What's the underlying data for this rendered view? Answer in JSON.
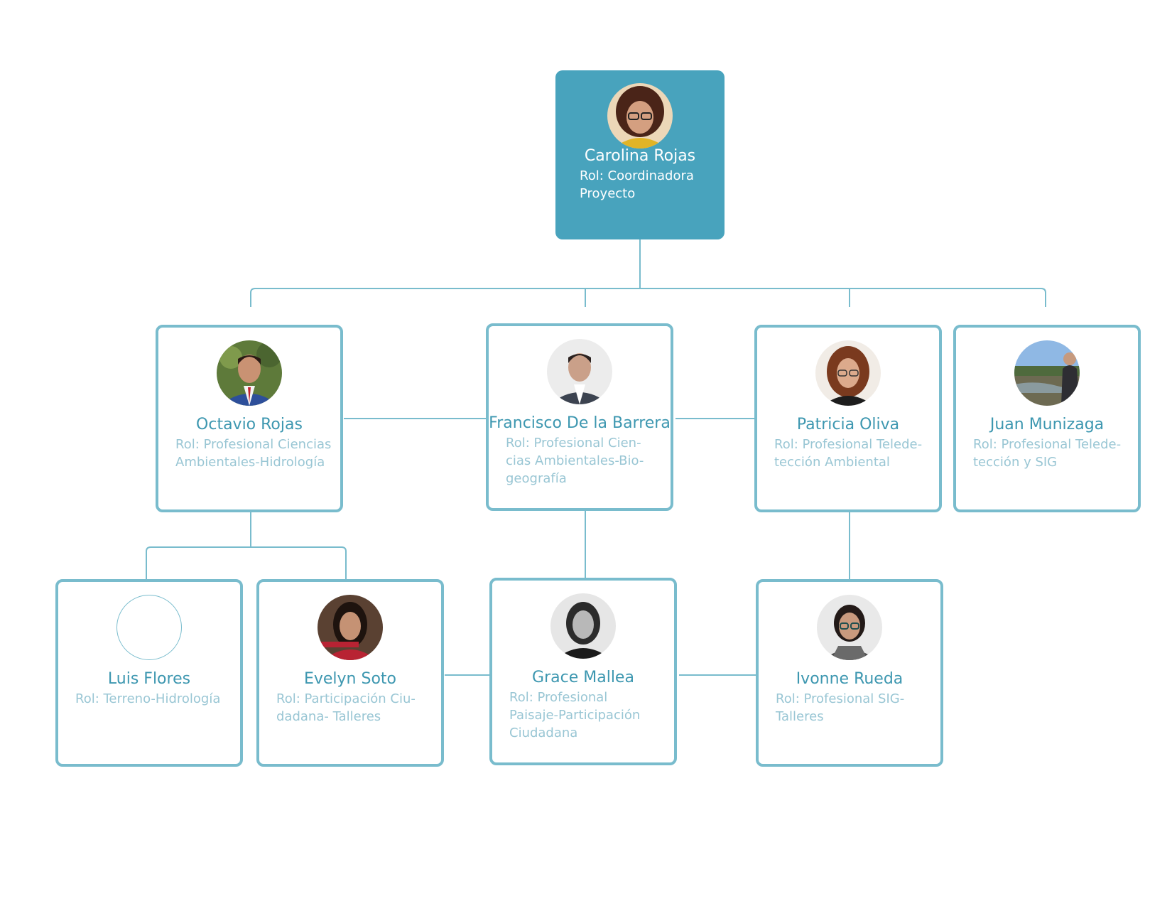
{
  "org_chart": {
    "colors": {
      "root_fill": "#48a3bd",
      "card_border": "#79bccd",
      "name_text": "#3d97b0",
      "role_text": "#99c6d4",
      "root_text": "#ffffff"
    },
    "root": {
      "name": "Carolina Rojas",
      "role_lines": [
        "Rol: Coordinadora",
        "Proyecto"
      ]
    },
    "level1": [
      {
        "name": "Octavio Rojas",
        "role_lines": [
          "Rol: Profesional Ciencias",
          "Ambientales-Hidrología"
        ]
      },
      {
        "name": "Francisco De la Barrera",
        "role_lines": [
          "Rol: Profesional Cien-",
          "cias Ambientales-Bio-",
          "geografía"
        ]
      },
      {
        "name": "Patricia Oliva",
        "role_lines": [
          "Rol: Profesional Telede-",
          "tección Ambiental"
        ]
      },
      {
        "name": "Juan Munizaga",
        "role_lines": [
          "Rol: Profesional Telede-",
          "tección y SIG"
        ]
      }
    ],
    "level2": [
      {
        "name": "Luis Flores",
        "role_lines": [
          "Rol: Terreno-Hidrología"
        ],
        "reports_to": "Octavio Rojas"
      },
      {
        "name": "Evelyn Soto",
        "role_lines": [
          "Rol: Participación Ciu-",
          "dadana- Talleres"
        ],
        "reports_to": "Octavio Rojas"
      },
      {
        "name": "Grace Mallea",
        "role_lines": [
          "Rol: Profesional",
          "Paisaje-Participación",
          "Ciudadana"
        ],
        "reports_to": "Francisco De la Barrera"
      },
      {
        "name": "Ivonne Rueda",
        "role_lines": [
          "Rol: Profesional SIG-",
          "Talleres"
        ],
        "reports_to": "Patricia Oliva"
      }
    ]
  }
}
